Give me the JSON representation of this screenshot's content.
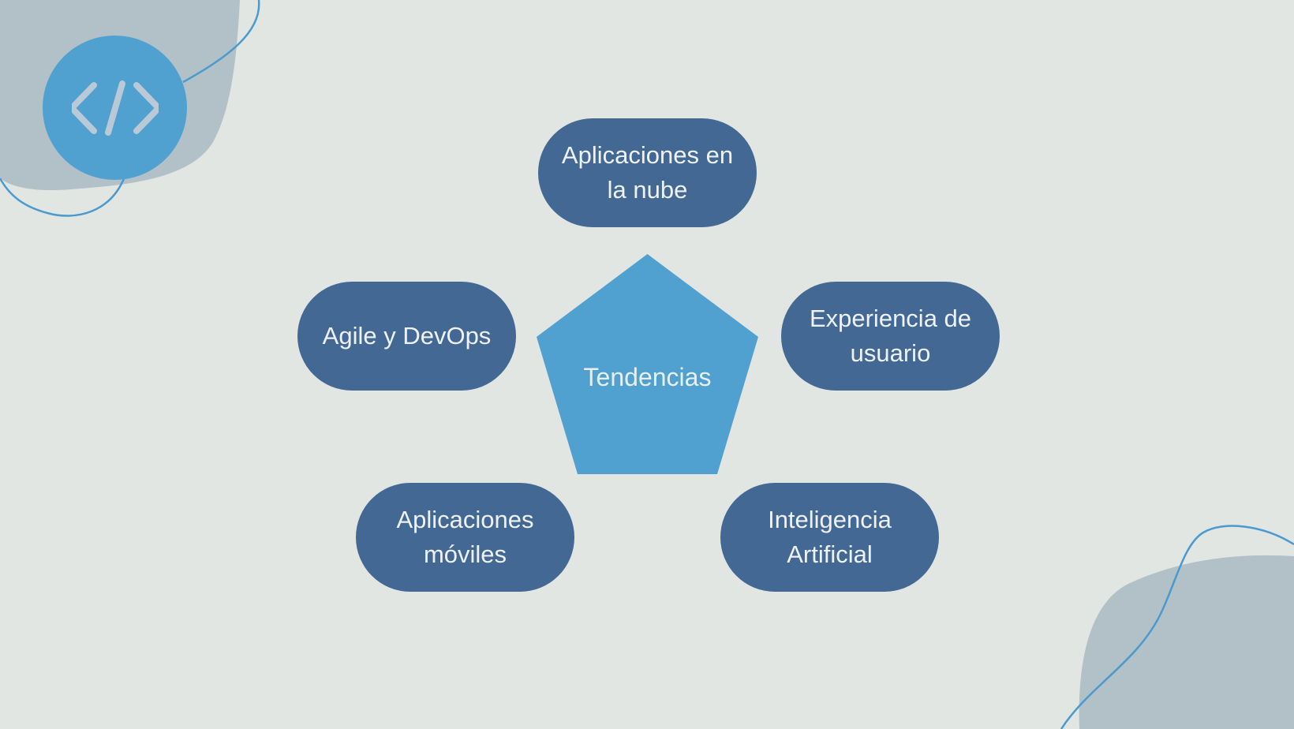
{
  "diagram": {
    "center": {
      "label": "Tendencias"
    },
    "nodes": [
      {
        "id": "cloud",
        "lines": [
          "Aplicaciones en",
          "la nube"
        ]
      },
      {
        "id": "agile",
        "lines": [
          "Agile y DevOps"
        ]
      },
      {
        "id": "ux",
        "lines": [
          "Experiencia de",
          "usuario"
        ]
      },
      {
        "id": "mobile",
        "lines": [
          "Aplicaciones",
          "móviles"
        ]
      },
      {
        "id": "ai",
        "lines": [
          "Inteligencia",
          "Artificial"
        ]
      }
    ]
  },
  "decoration": {
    "badge_icon": "code-brackets-icon"
  },
  "colors": {
    "background": "#e1e6e3",
    "blob": "#b2c0c7",
    "accent_blue": "#51a1d0",
    "pill_fill": "#436894",
    "line": "#4a9ad0",
    "icon": "#b9c9d6"
  }
}
